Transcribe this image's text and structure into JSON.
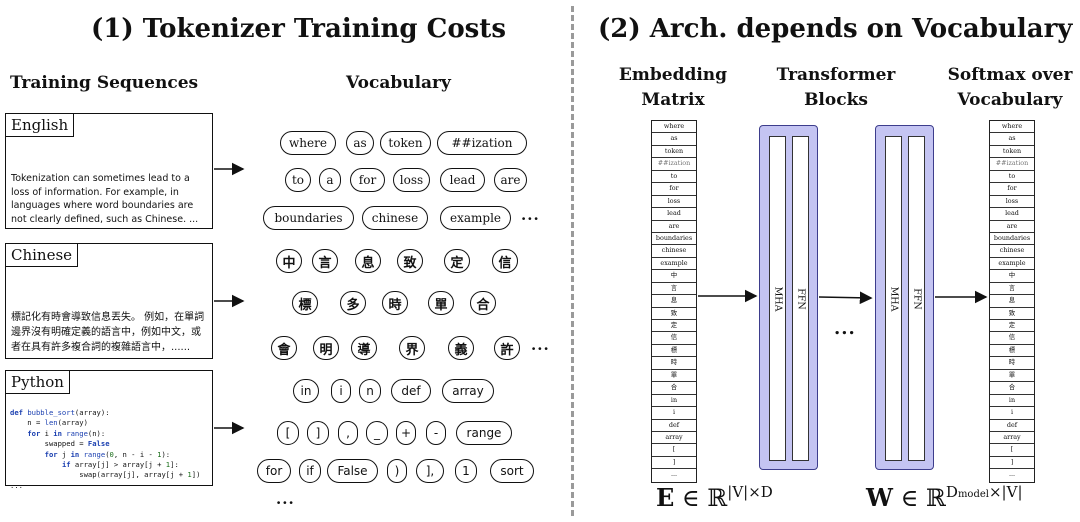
{
  "left": {
    "title": "(1) Tokenizer Training Costs",
    "training_heading": "Training Sequences",
    "vocab_heading": "Vocabulary",
    "sequences": {
      "english": {
        "label": "English",
        "text": "Tokenization can sometimes lead to a loss of information. For example, in languages where word boundaries are not clearly defined, such as Chinese. ..."
      },
      "chinese": {
        "label": "Chinese",
        "text": "標記化有時會導致信息丟失。 例如，在單詞邊界沒有明確定義的語言中，例如中文，或者在具有許多複合詞的複雜語言中，......"
      },
      "python": {
        "label": "Python"
      }
    },
    "vocab_tokens": {
      "english": [
        "where",
        "as",
        "token",
        "##ization",
        "to",
        "a",
        "for",
        "loss",
        "lead",
        "are",
        "boundaries",
        "chinese",
        "example"
      ],
      "chinese": [
        "中",
        "言",
        "息",
        "致",
        "定",
        "信",
        "標",
        "多",
        "時",
        "單",
        "合",
        "會",
        "明",
        "導",
        "界",
        "義",
        "許"
      ],
      "python": [
        "in",
        "i",
        "n",
        "def",
        "array",
        "[",
        "]",
        ",",
        "_",
        "+",
        "-",
        "range",
        "for",
        "if",
        "False",
        ")",
        "],",
        "1",
        "sort"
      ]
    },
    "ellipsis": "..."
  },
  "right": {
    "title": "(2) Arch. depends on Vocabulary",
    "embedding_heading": [
      "Embedding",
      "Matrix"
    ],
    "transformer_heading": [
      "Transformer",
      "Blocks"
    ],
    "softmax_heading": [
      "Softmax over",
      "Vocabulary"
    ],
    "block_labels": {
      "mha": "MHA",
      "ffn": "FFN"
    },
    "middle_ellipsis": "...",
    "matrix_rows": [
      "where",
      "as",
      "token",
      "##ization",
      "to",
      "for",
      "loss",
      "lead",
      "are",
      "boundaries",
      "chinese",
      "example",
      "中",
      "言",
      "息",
      "致",
      "定",
      "信",
      "標",
      "時",
      "單",
      "合",
      "in",
      "i",
      "def",
      "array",
      "[",
      "]",
      "..."
    ],
    "formula_E": {
      "symbol": "E",
      "in": " ∈ ℝ",
      "sup": "|V|×D"
    },
    "formula_W": {
      "symbol": "W",
      "in": " ∈ ℝ",
      "sup_pre": "D",
      "sub": "model",
      "sup_post": "×|V|"
    }
  }
}
